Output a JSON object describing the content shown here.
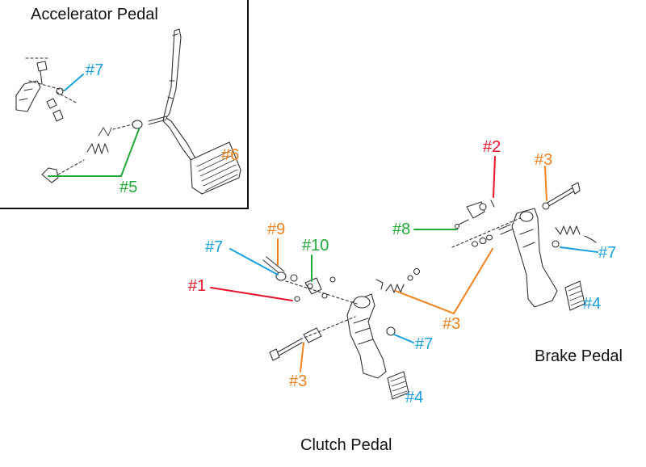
{
  "titles": {
    "accelerator": "Accelerator Pedal",
    "clutch": "Clutch Pedal",
    "brake": "Brake Pedal"
  },
  "colors": {
    "red": "#e8132b",
    "blue": "#1ba0e0",
    "orange": "#f0821e",
    "green": "#22a83a",
    "ink": "#333333"
  },
  "callouts": {
    "acc_7": "#7",
    "acc_5": "#5",
    "acc_6": "#6",
    "brk_2": "#2",
    "brk_3": "#3",
    "brk_8": "#8",
    "brk_7": "#7",
    "brk_4": "#4",
    "clu_7_left": "#7",
    "clu_9": "#9",
    "clu_10": "#10",
    "clu_1": "#1",
    "clu_3_mid": "#3",
    "clu_7_lower": "#7",
    "clu_3_bottom": "#3",
    "clu_4": "#4"
  }
}
